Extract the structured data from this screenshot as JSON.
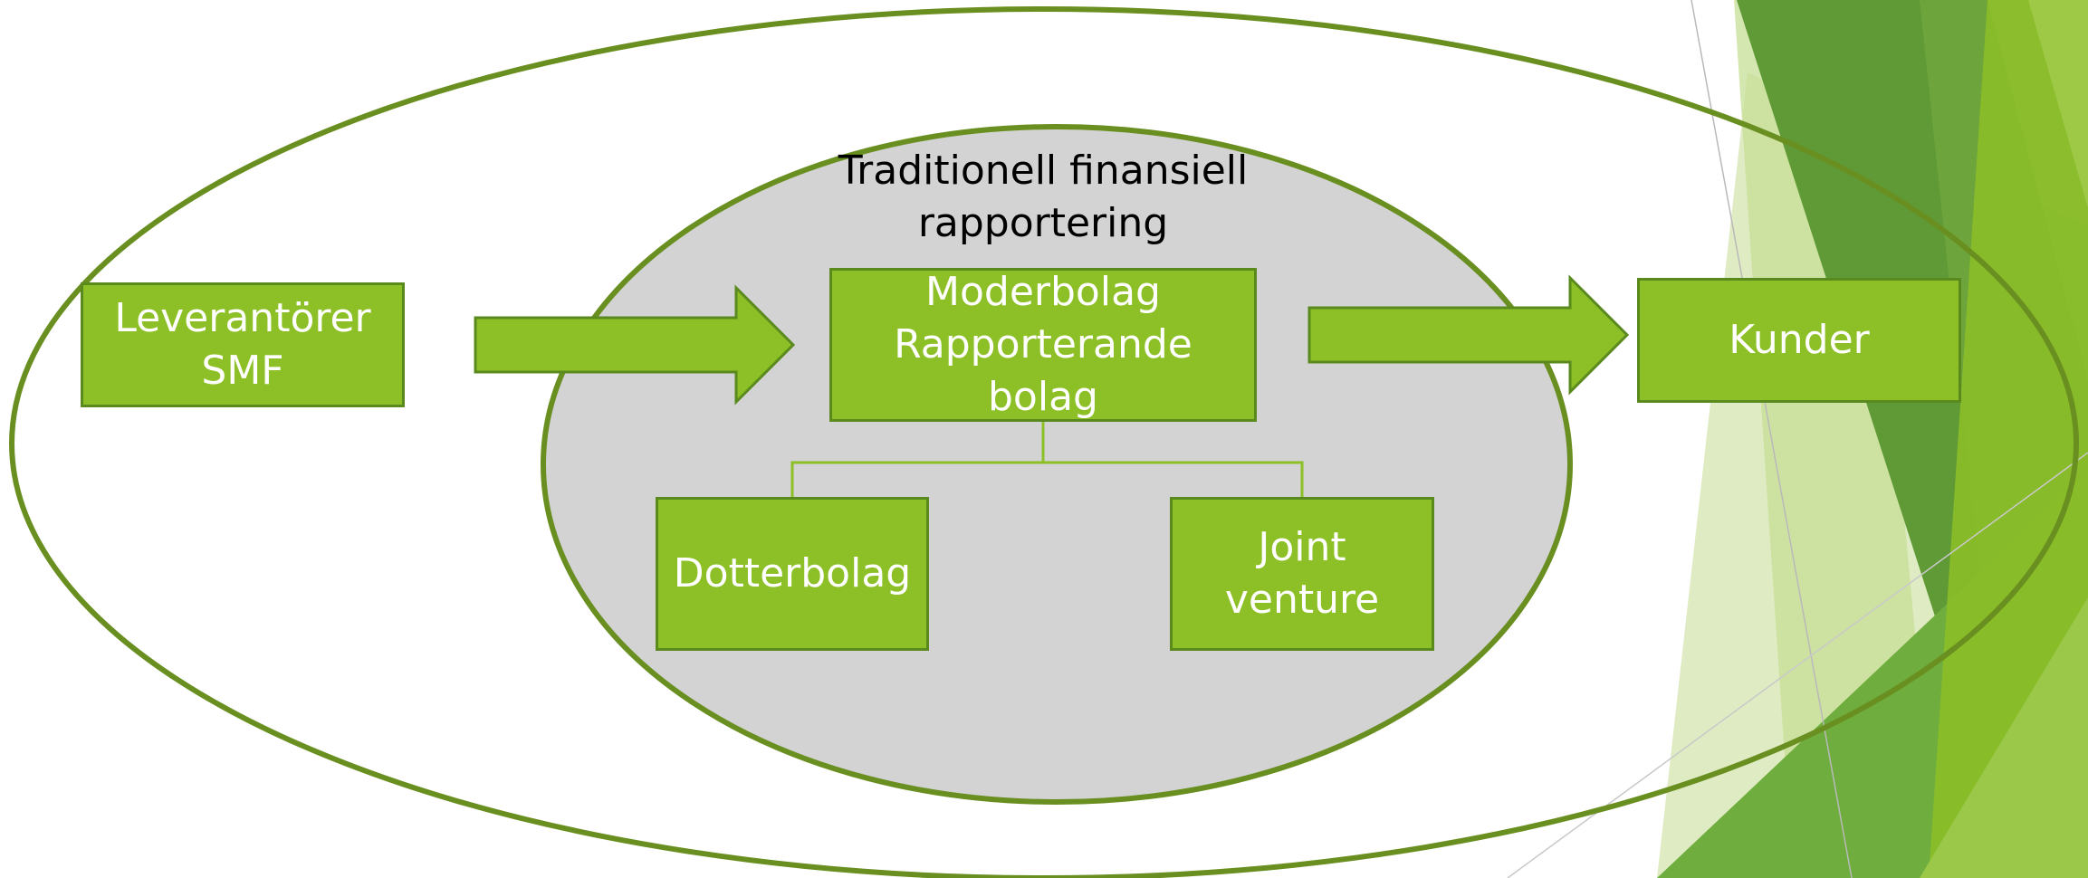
{
  "diagram": {
    "inner_region_label": "Traditionell finansiell\nrapportering",
    "nodes": {
      "suppliers": "Leverantörer\nSMF",
      "parent": "Moderbolag\nRapporterande\nbolag",
      "subsidiary": "Dotterbolag",
      "joint_venture": "Joint\nventure",
      "customers": "Kunder"
    }
  },
  "colors": {
    "node_fill": "#8dc026",
    "node_border": "#5a8a1e",
    "ellipse_stroke": "#6a8f21",
    "inner_fill": "#d3d3d3",
    "connector": "#8dc026",
    "decor_green_dark": "#5a9431",
    "decor_green_mid": "#72b043",
    "decor_green_light": "#d8e8b4",
    "decor_green_bright": "#8dc026"
  }
}
